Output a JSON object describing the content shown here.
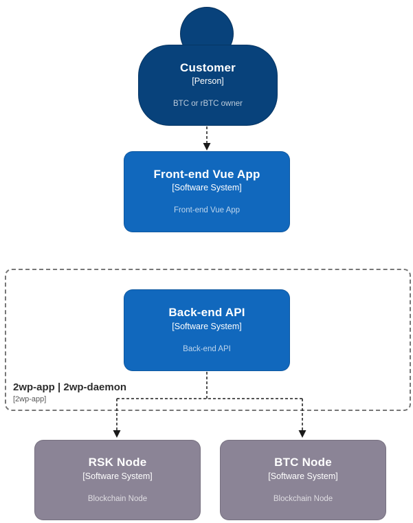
{
  "diagram": {
    "person": {
      "title": "Customer",
      "type": "[Person]",
      "description": "BTC or rBTC owner"
    },
    "frontend": {
      "title": "Front-end Vue App",
      "type": "[Software System]",
      "description": "Front-end Vue App"
    },
    "backend": {
      "title": "Back-end API",
      "type": "[Software System]",
      "description": "Back-end API"
    },
    "boundary": {
      "title": "2wp-app | 2wp-daemon",
      "type": "[2wp-app]"
    },
    "rsk_node": {
      "title": "RSK Node",
      "type": "[Software System]",
      "description": "Blockchain Node"
    },
    "btc_node": {
      "title": "BTC Node",
      "type": "[Software System]",
      "description": "Blockchain Node"
    },
    "colors": {
      "person": "#08427b",
      "system": "#1168bd",
      "external_node": "#8b8496",
      "boundary_border": "#767676",
      "relationship": "#1a1a1a"
    }
  }
}
